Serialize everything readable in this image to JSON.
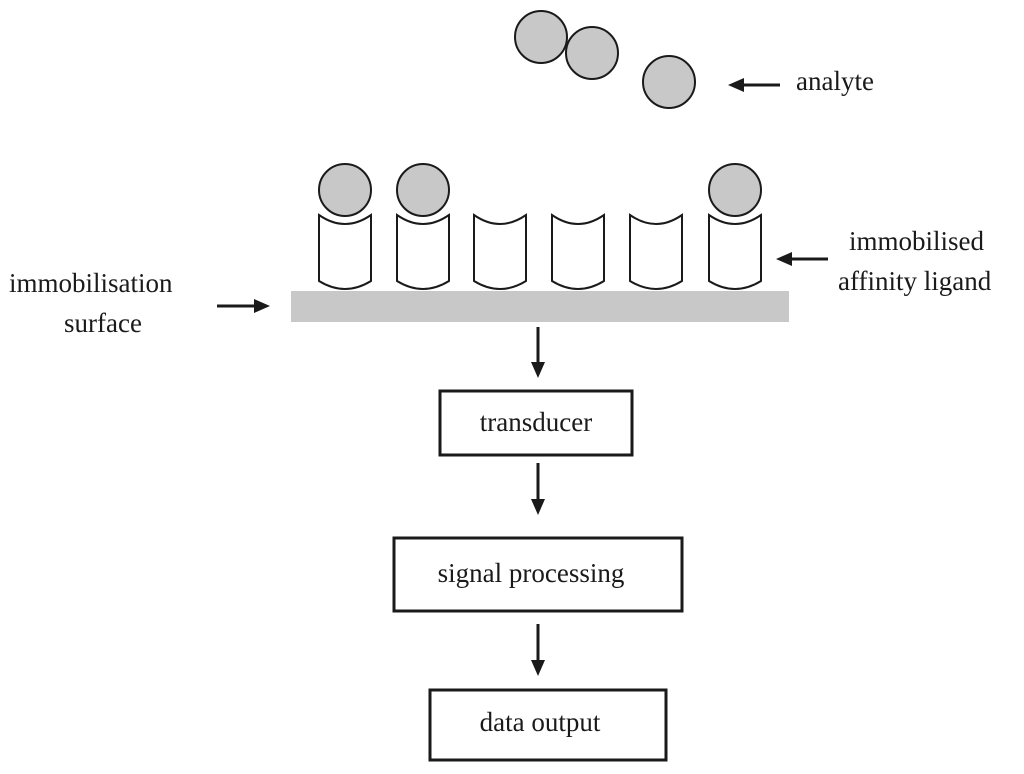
{
  "labels": {
    "analyte": "analyte",
    "immobilised_line1": "immobilised",
    "immobilised_line2": "affinity ligand",
    "surface_line1": "immobilisation",
    "surface_line2": "surface"
  },
  "boxes": {
    "transducer": "transducer",
    "signal_processing": "signal processing",
    "data_output": "data output"
  },
  "ligands": [
    {
      "bound": true
    },
    {
      "bound": true
    },
    {
      "bound": false
    },
    {
      "bound": false
    },
    {
      "bound": false
    },
    {
      "bound": true
    }
  ],
  "free_analytes": 3,
  "colors": {
    "analyte_fill": "#c8c8c8",
    "surface_fill": "#c8c8c8",
    "line": "#1a1a1a"
  }
}
